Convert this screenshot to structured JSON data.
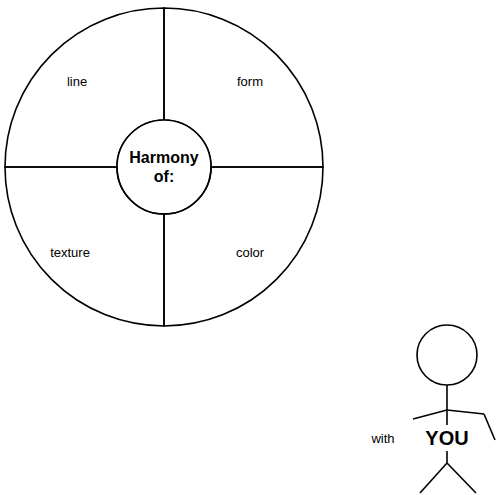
{
  "diagram": {
    "nodes": [
      {
        "text": [
          "line"
        ]
      },
      {
        "text": [
          "form"
        ]
      },
      {
        "text": [
          "Harmony of:"
        ]
      },
      {
        "text": [
          "texture"
        ]
      },
      {
        "text": [
          "color"
        ]
      }
    ],
    "labels": [
      "with",
      "YOU"
    ]
  }
}
